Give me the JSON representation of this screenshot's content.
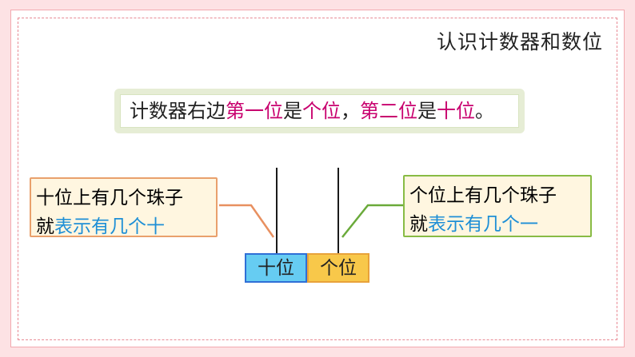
{
  "title": "认识计数器和数位",
  "rule": {
    "p1": "计数器右边",
    "h1": "第一位",
    "p2": "是",
    "h2": "个位",
    "p3": "，",
    "h3": "第二位",
    "p4": "是",
    "h4": "十位",
    "p5": "。"
  },
  "left_note": {
    "line1": "十位上有几个珠子",
    "line2_prefix": "就",
    "line2_highlight": "表示有几个十"
  },
  "right_note": {
    "line1": "个位上有几个珠子",
    "line2_prefix": "就",
    "line2_highlight": "表示有几个一"
  },
  "abacus": {
    "tens_label": "十位",
    "ones_label": "个位"
  },
  "colors": {
    "highlight_magenta": "#c8006e",
    "highlight_blue": "#1e8fd6",
    "tens_fill": "#66ccf2",
    "ones_fill": "#f8c84a"
  }
}
